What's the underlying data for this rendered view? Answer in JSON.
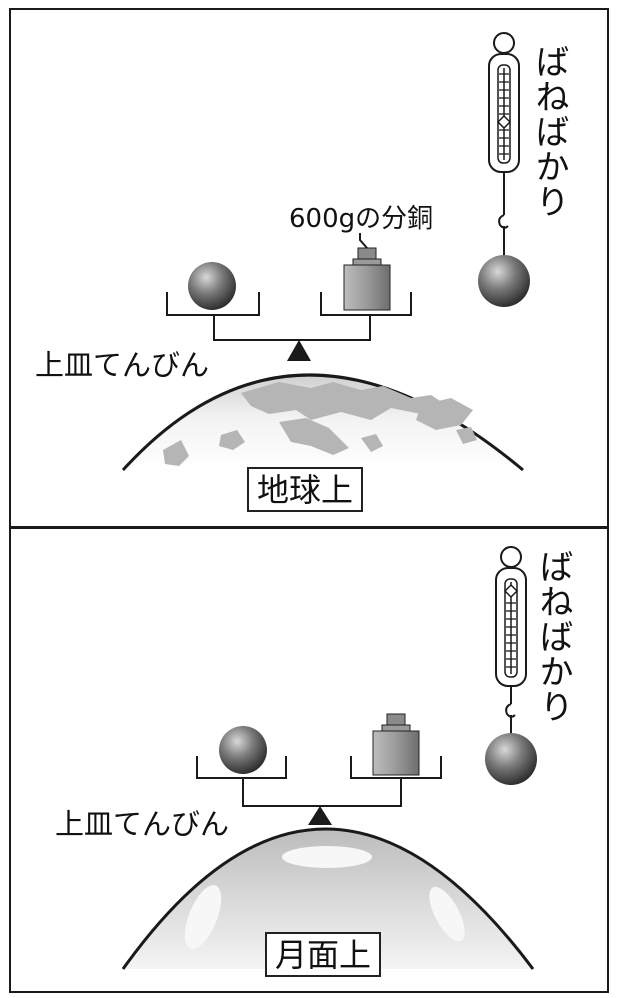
{
  "earth_panel": {
    "place_label": "地球上",
    "balance_label": "上皿てんびん",
    "weight_label": "600gの分銅",
    "spring_scale_label": "ばねばかり"
  },
  "moon_panel": {
    "place_label": "月面上",
    "balance_label": "上皿てんびん",
    "spring_scale_label": "ばねばかり"
  }
}
